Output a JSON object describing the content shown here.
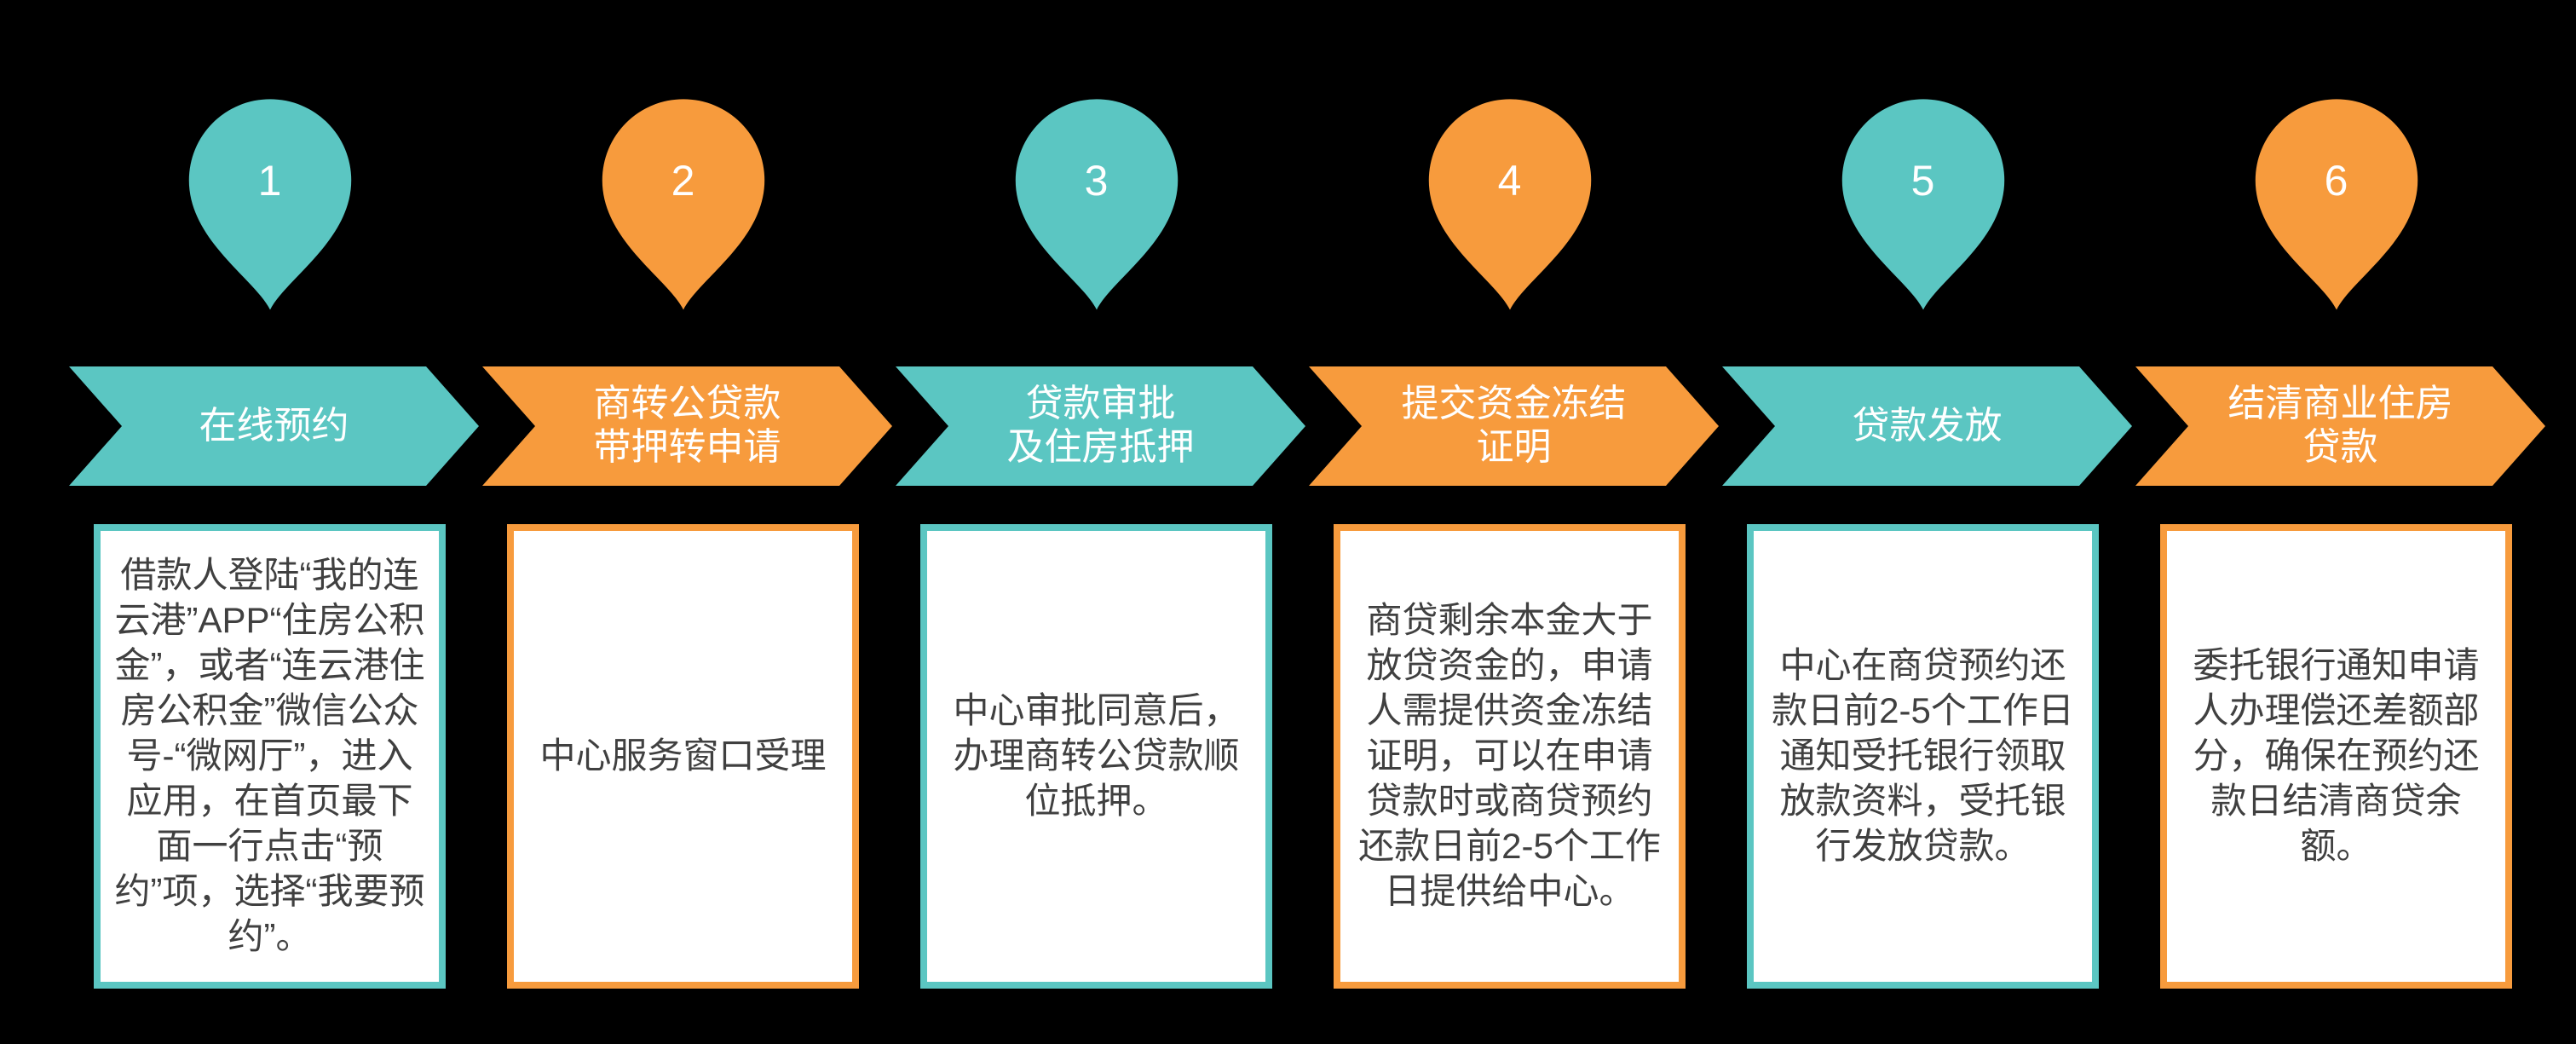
{
  "colors": {
    "teal": "#5BC6C2",
    "orange": "#F79B3D",
    "background": "#000000",
    "box_background": "#FFFFFF",
    "box_text": "#404040",
    "step_text": "#FFFFFF"
  },
  "steps": [
    {
      "number": "1",
      "accent": "teal",
      "banner_label": "在线预约",
      "detail": "借款人登陆“我的连云港”APP“住房公积金”，或者“连云港住房公积金”微信公众号-“微网厅”，进入应用，在首页最下面一行点击“预约”项，选择“我要预约”。"
    },
    {
      "number": "2",
      "accent": "orange",
      "banner_label": "商转公贷款\n带押转申请",
      "detail": "中心服务窗口受理"
    },
    {
      "number": "3",
      "accent": "teal",
      "banner_label": "贷款审批\n及住房抵押",
      "detail": "中心审批同意后，办理商转公贷款顺位抵押。"
    },
    {
      "number": "4",
      "accent": "orange",
      "banner_label": "提交资金冻结\n证明",
      "detail": "商贷剩余本金大于放贷资金的，申请人需提供资金冻结证明，可以在申请贷款时或商贷预约还款日前2-5个工作日提供给中心。"
    },
    {
      "number": "5",
      "accent": "teal",
      "banner_label": "贷款发放",
      "detail": "中心在商贷预约还款日前2-5个工作日通知受托银行领取放款资料，受托银行发放贷款。"
    },
    {
      "number": "6",
      "accent": "orange",
      "banner_label": "结清商业住房\n贷款",
      "detail": "委托银行通知申请人办理偿还差额部分，确保在预约还款日结清商贷余额。"
    }
  ]
}
